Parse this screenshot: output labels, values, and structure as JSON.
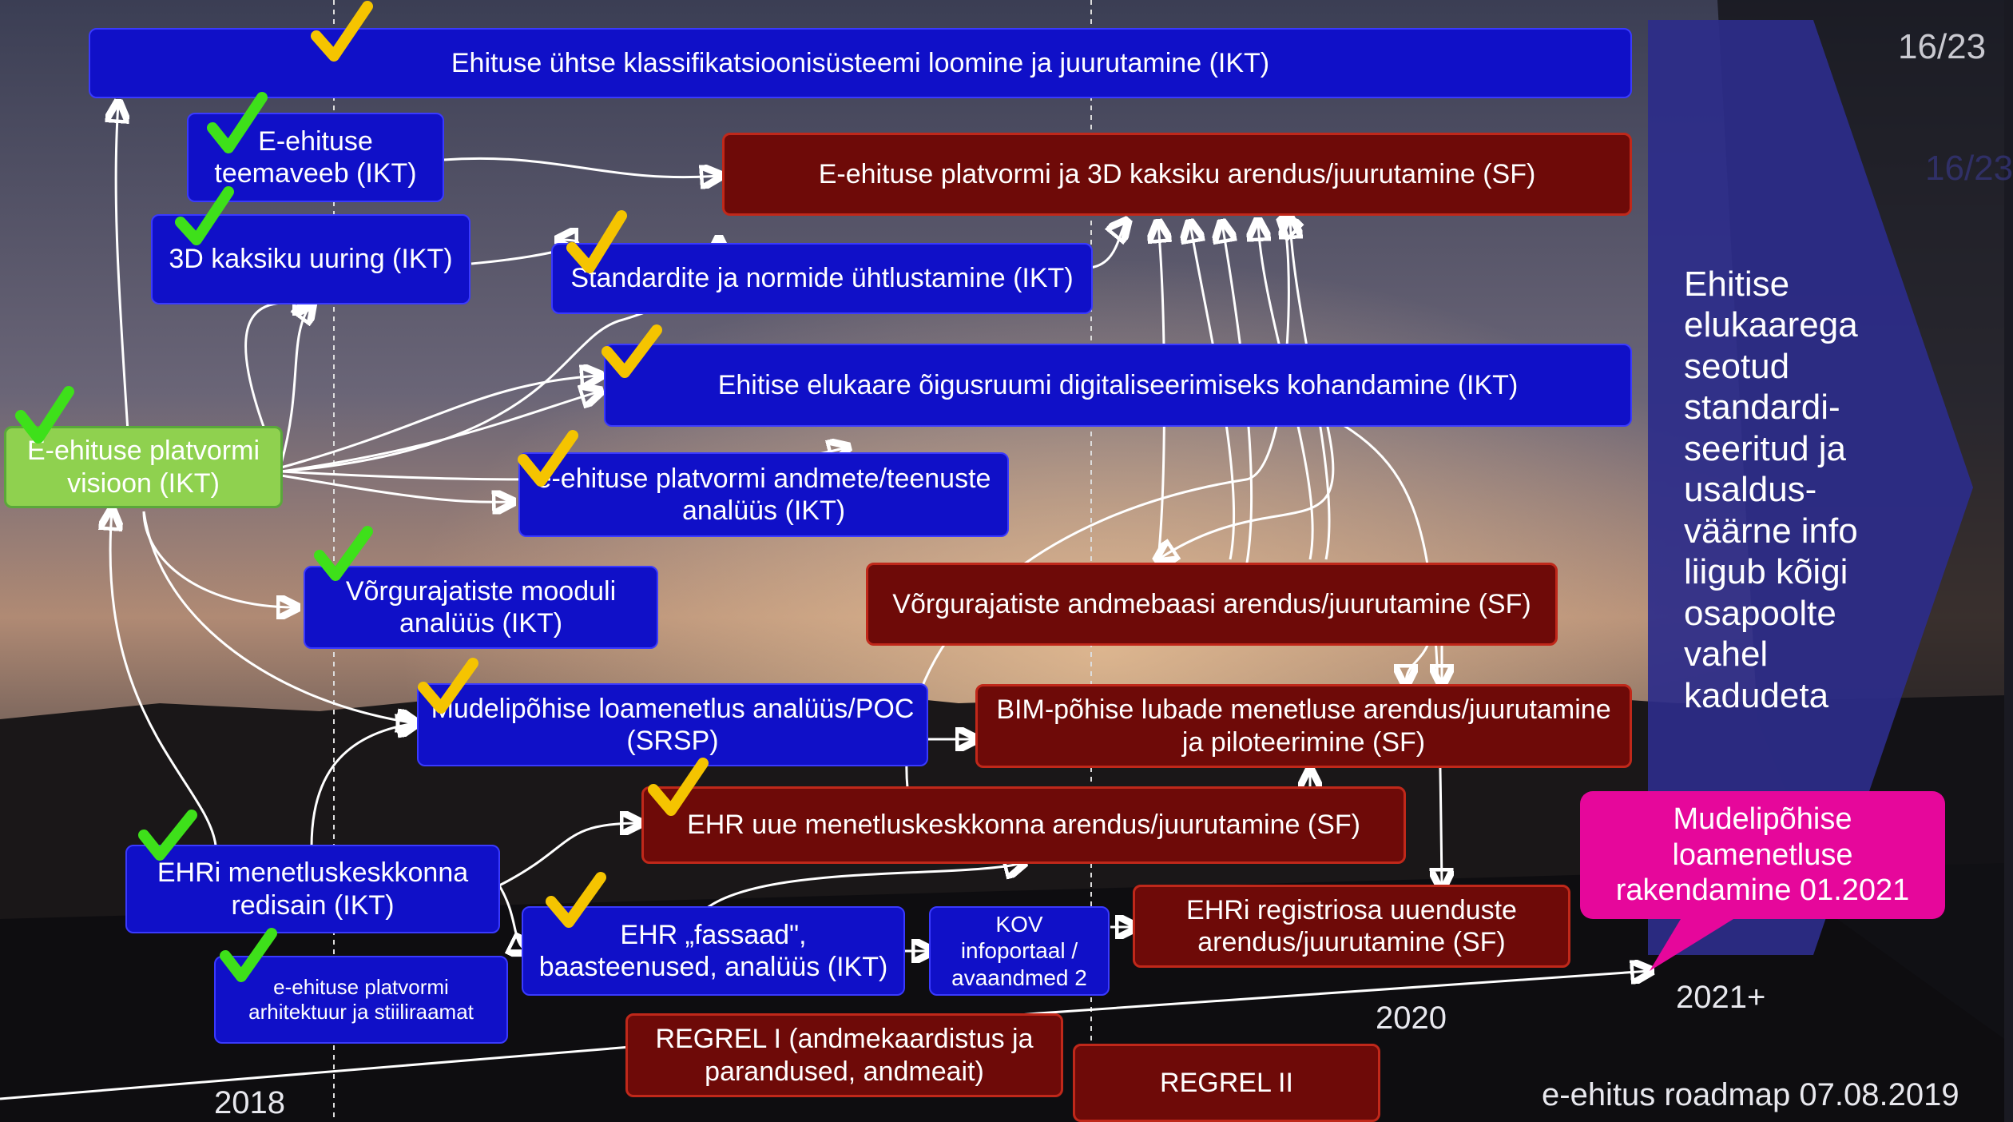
{
  "slide_number": "16/23",
  "slide_number_ghost": "16/23",
  "footer": "e-ehitus roadmap 07.08.2019",
  "years": {
    "y2018": "2018",
    "y2020": "2020",
    "y2021": "2021+"
  },
  "side_panel": {
    "text": "Ehitise elukaarega seotud standardi-seeritud ja usaldus-väärne info liigub kõigi osapoolte vahel kadudeta"
  },
  "pink_callout": "Mudelipõhise loamenetluse rakendamine 01.2021",
  "boxes": {
    "klassifikatsioon": "Ehituse ühtse klassifikatsioonisüsteemi loomine ja juurutamine (IKT)",
    "teemaveeb": "E-ehituse teemaveeb (IKT)",
    "kaksik_uuring": "3D kaksiku uuring (IKT)",
    "platvorm_3d": "E-ehituse platvormi ja 3D kaksiku arendus/juurutamine (SF)",
    "standardid": "Standardite ja normide ühtlustamine (IKT)",
    "oigusruum": "Ehitise elukaare õigusruumi digitaliseerimiseks kohandamine (IKT)",
    "visioon": "E-ehituse platvormi visioon (IKT)",
    "andmete_analyys": "e-ehituse platvormi andmete/teenuste analüüs (IKT)",
    "vorgurajatised_analyys": "Võrgurajatiste mooduli analüüs (IKT)",
    "vorgurajatised_db": "Võrgurajatiste andmebaasi arendus/juurutamine (SF)",
    "mudelipohine": "Mudelipõhise loamenetlus analüüs/POC (SRSP)",
    "bim": "BIM-põhise lubade menetluse arendus/juurutamine ja piloteerimine (SF)",
    "ehr_uus": "EHR uue menetluskeskkonna arendus/juurutamine (SF)",
    "ehri_redisain": "EHRi menetluskeskkonna redisain (IKT)",
    "ehr_fassaad": "EHR „fassaad\", baasteenused, analüüs (IKT)",
    "kov": "KOV infoportaal / avaandmed 2",
    "ehri_registriosa": "EHRi registriosa uuenduste arendus/juurutamine  (SF)",
    "arhitektuur": "e-ehituse platvormi arhitektuur ja stiiliraamat",
    "regrel1": "REGREL I (andmekaardistus ja parandused, andmeait)",
    "regrel2": "REGREL II"
  },
  "colors": {
    "blue_box": "#1010c8",
    "red_box": "#6e0a08",
    "green_box": "#8fd14f",
    "pink": "#e6079b",
    "check_green": "#3ee01a",
    "check_yellow": "#f5c400",
    "panel": "#2c2c8a"
  }
}
